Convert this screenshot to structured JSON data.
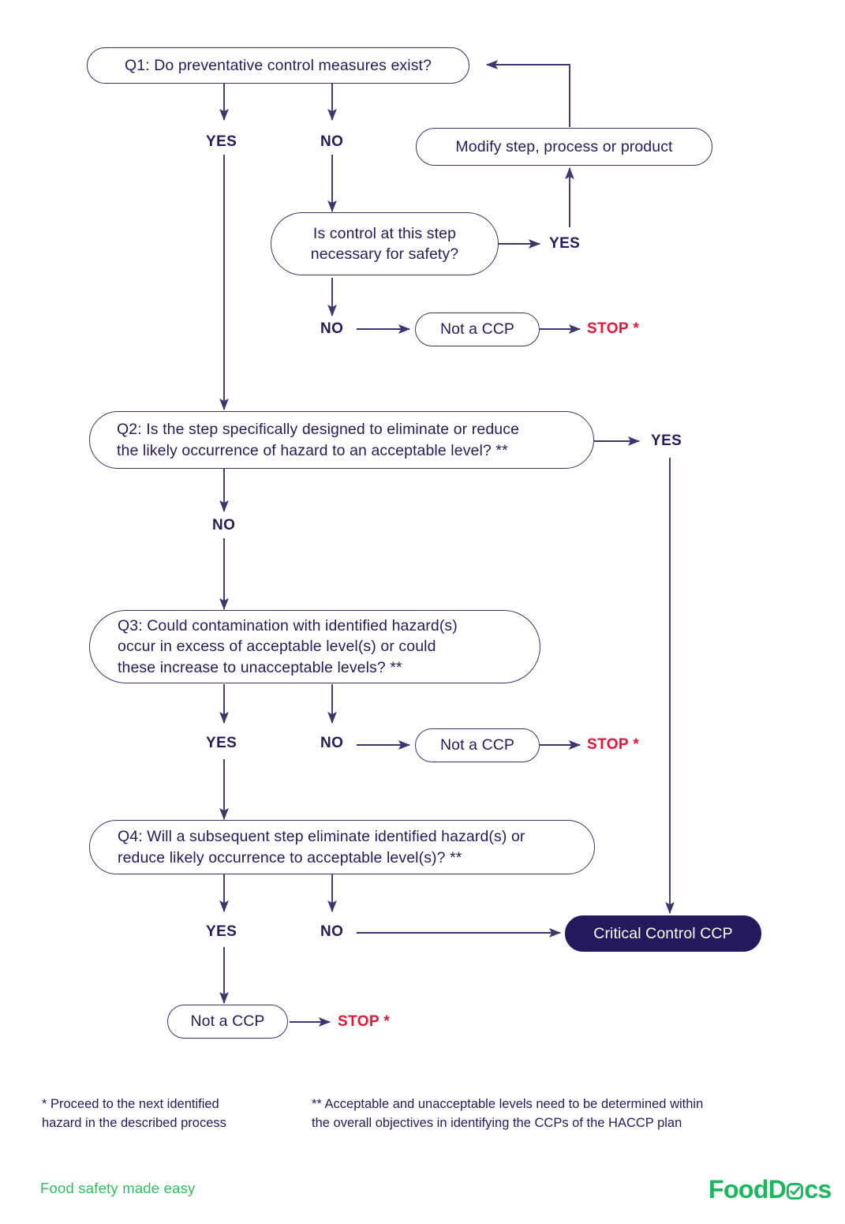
{
  "title": "HACCP CCP Decision Tree",
  "colors": {
    "ink": "#231c5e",
    "stroke": "#3b3570",
    "stop_red": "#ee1133",
    "ccp_fill": "#231a5e",
    "brand_green": "#2dbe60",
    "background": "#ffffff"
  },
  "nodes": {
    "q1": "Q1: Do preventative control measures exist?",
    "modify": "Modify step, process or product",
    "safety": "Is control at this step\nnecessary for safety?",
    "not_ccp_1": "Not a CCP",
    "q2": "Q2: Is the step specifically designed to eliminate or reduce\nthe likely occurrence of hazard to an acceptable level? **",
    "q3": "Q3: Could contamination with identified hazard(s)\noccur in excess of acceptable level(s) or could\nthese increase to unacceptable levels? **",
    "not_ccp_2": "Not a CCP",
    "q4": "Q4: Will a subsequent step eliminate identified hazard(s) or\nreduce likely occurrence to acceptable level(s)? **",
    "ccp": "Critical Control CCP",
    "not_ccp_3": "Not a CCP"
  },
  "labels": {
    "q1_yes": "YES",
    "q1_no": "NO",
    "safety_yes": "YES",
    "safety_no": "NO",
    "stop_1": "STOP *",
    "q2_yes": "YES",
    "q2_no": "NO",
    "q3_yes": "YES",
    "q3_no": "NO",
    "stop_2": "STOP *",
    "q4_yes": "YES",
    "q4_no": "NO",
    "stop_3": "STOP *"
  },
  "footnotes": {
    "single_star": "* Proceed to the next identified\nhazard in the described process",
    "double_star": "** Acceptable and unacceptable levels need to be determined within\nthe overall objectives in identifying the CCPs of the HACCP plan"
  },
  "footer": {
    "tagline": "Food safety made easy",
    "logo_part1": "FoodD",
    "logo_mark": "check-box-icon",
    "logo_part2": "cs"
  }
}
